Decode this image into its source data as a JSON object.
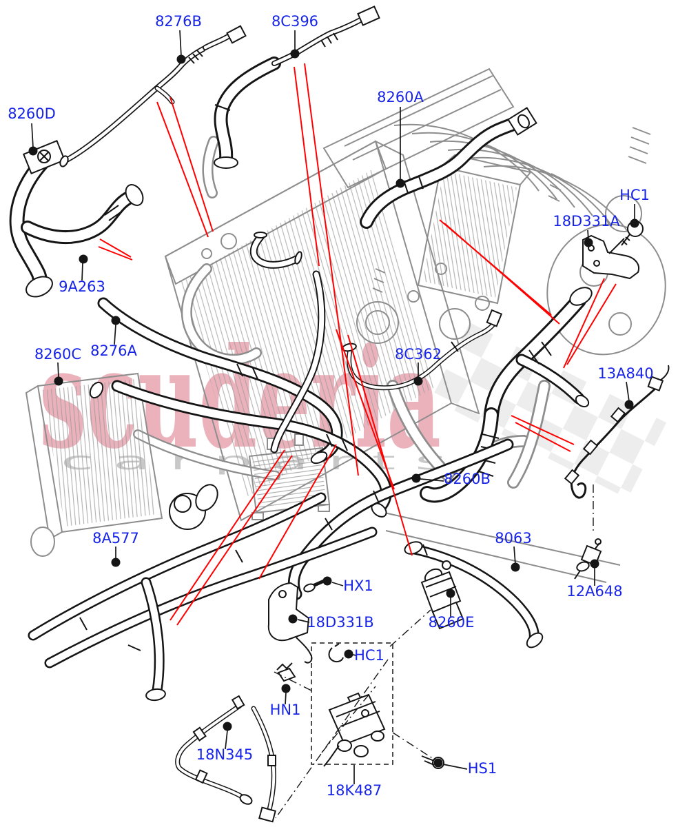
{
  "page": {
    "type": "parts-diagram",
    "subject": "Engine cooling system hoses and pipes - exploded parts illustration"
  },
  "diagram": {
    "callouts": [
      {
        "part": "8276B"
      },
      {
        "part": "8C396"
      },
      {
        "part": "8260D"
      },
      {
        "part": "8260A"
      },
      {
        "part": "HC1"
      },
      {
        "part": "18D331A"
      },
      {
        "part": "9A263"
      },
      {
        "part": "8276A"
      },
      {
        "part": "8260C"
      },
      {
        "part": "8C362"
      },
      {
        "part": "13A840"
      },
      {
        "part": "8260B"
      },
      {
        "part": "8A577"
      },
      {
        "part": "8063"
      },
      {
        "part": "12A648"
      },
      {
        "part": "HX1"
      },
      {
        "part": "18D331B"
      },
      {
        "part": "8260E"
      },
      {
        "part": "HC1"
      },
      {
        "part": "HN1"
      },
      {
        "part": "18N345"
      },
      {
        "part": "HS1"
      },
      {
        "part": "18K487"
      }
    ]
  },
  "watermark": {
    "brand": "scuderia",
    "sub": "c a r  p a r t s"
  },
  "colors": {
    "label_blue": "#1724e8",
    "leader_red": "#ff0000",
    "line_black": "#151515",
    "machinery_gray": "#8d8d8d",
    "watermark_red": "#c81e3c",
    "watermark_gray": "#9a9a9a",
    "checker_gray": "#c9c9c9",
    "background": "#ffffff"
  }
}
